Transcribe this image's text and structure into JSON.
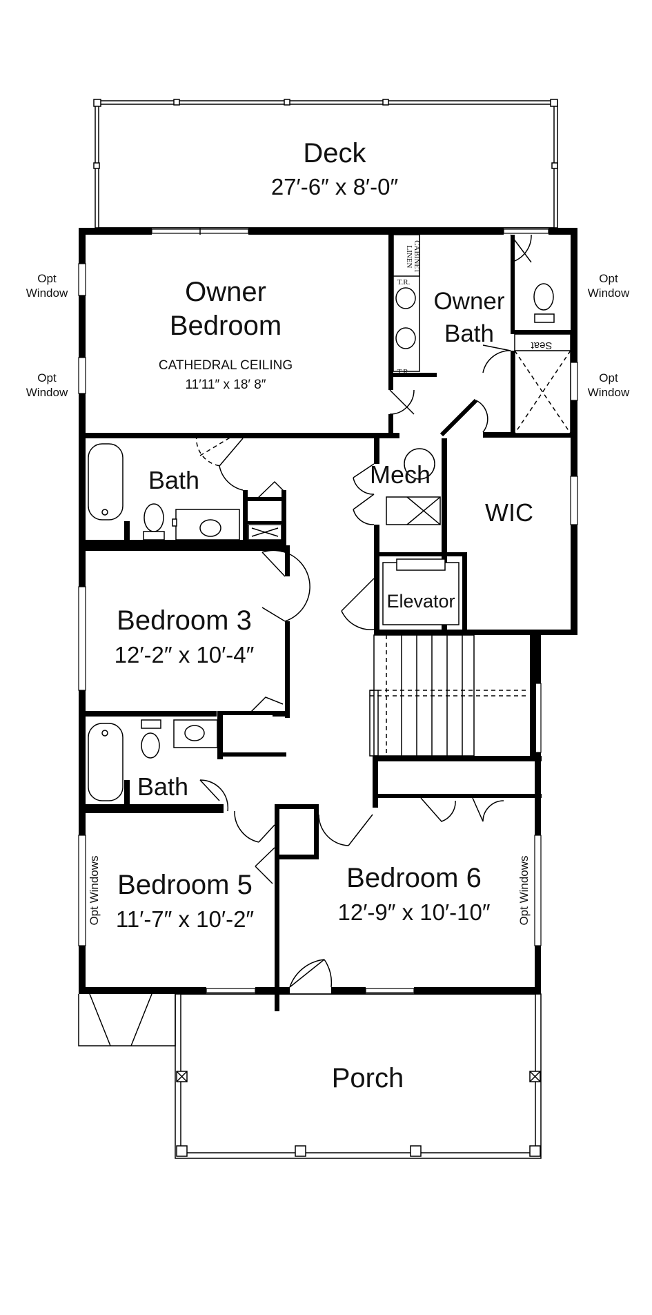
{
  "rooms": {
    "deck": {
      "name": "Deck",
      "size": "27′-6″ x 8′-0″"
    },
    "owner_bedroom": {
      "name_line1": "Owner",
      "name_line2": "Bedroom",
      "ceiling": "CATHEDRAL CEILING",
      "size": "11′11″ x 18′ 8″"
    },
    "owner_bath": {
      "name_line1": "Owner",
      "name_line2": "Bath"
    },
    "bath_upper": {
      "name": "Bath"
    },
    "mech": {
      "name": "Mech"
    },
    "wic": {
      "name": "WIC"
    },
    "elevator": {
      "name": "Elevator"
    },
    "bedroom3": {
      "name": "Bedroom 3",
      "size": "12′-2″ x 10′-4″"
    },
    "bath_lower": {
      "name": "Bath"
    },
    "bedroom5": {
      "name": "Bedroom 5",
      "size": "11′-7″ x 10′-2″"
    },
    "bedroom6": {
      "name": "Bedroom 6",
      "size": "12′-9″ x 10′-10″"
    },
    "porch": {
      "name": "Porch"
    }
  },
  "notes": {
    "opt_window_line1": "Opt",
    "opt_window_line2": "Window",
    "opt_windows": "Opt Windows",
    "seat": "Seat",
    "linen_line1": "LINEN",
    "linen_line2": "CABINET",
    "tr": "T.R."
  }
}
